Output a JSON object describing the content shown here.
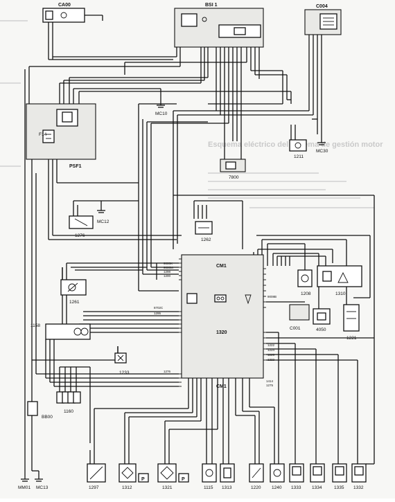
{
  "faint_heading": "Esquema eléctrico del sistema de gestión motor",
  "components": {
    "ca00": "CA00",
    "bsi1": "BSI 1",
    "c004": "C004",
    "psf1": "PSF1",
    "f14": "F14",
    "mc10": "MC10",
    "mc30": "MC30",
    "c1211": "1211",
    "c7800": "7800",
    "mc12": "MC12",
    "c1276": "1276",
    "c1262": "1262",
    "cm1": "CM1",
    "c1320": "1320",
    "c1261": "1261",
    "c1158": "1158",
    "c1160": "1160",
    "c1233": "1233",
    "bbr": "BB00",
    "c1208": "1208",
    "c1310": "1310",
    "c4050": "4050",
    "c1221": "1221",
    "c001": "C001",
    "mm01": "MM01",
    "mc13": "MC13",
    "c1297": "1297",
    "c1312": "1312",
    "c1321": "1321",
    "c1115": "1115",
    "c1313": "1313",
    "c1220": "1220",
    "c1240": "1240",
    "c1333": "1333",
    "c1334": "1334",
    "c1335": "1335",
    "c1332": "1332",
    "p1": "P",
    "p2": "P"
  },
  "wire_labels": {
    "wa": "9000K",
    "wb": "9000M",
    "wc": "1298",
    "wd": "1200",
    "we": "1295",
    "wf": "1276",
    "wg": "1335",
    "wh": "1414",
    "wi": "1275",
    "wj": "9008B",
    "wk": "8702C",
    "wl": "1222",
    "wm": "1224",
    "wn": "1225",
    "wo": "1222"
  }
}
